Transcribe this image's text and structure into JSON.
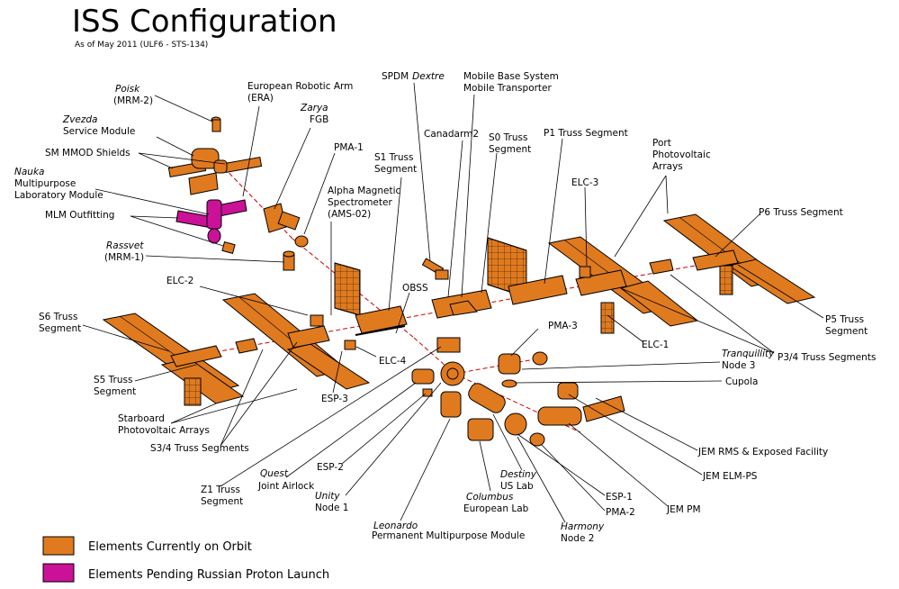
{
  "title": "ISS Configuration",
  "subtitle": "As of May 2011 (ULF6 - STS-134)",
  "colors": {
    "orbit": "#e07a1f",
    "pending": "#cc1199",
    "outline": "#000000",
    "leader": "#000000",
    "axis": "#cc0000"
  },
  "labels": {
    "poisk_name": "Poisk",
    "poisk_code": "(MRM-2)",
    "zvezda_name": "Zvezda",
    "zvezda_desc": "Service Module",
    "mmod": "SM MMOD Shields",
    "nauka_name": "Nauka",
    "nauka_l1": "Multipurpose",
    "nauka_l2": "Laboratory Module",
    "mlm_outfitting": "MLM Outfitting",
    "rassvet_name": "Rassvet",
    "rassvet_code": "(MRM-1)",
    "era_l1": "European Robotic Arm",
    "era_l2": "(ERA)",
    "zarya_name": "Zarya",
    "zarya_code": "FGB",
    "pma1": "PMA-1",
    "s1_l1": "S1 Truss",
    "s1_l2": "Segment",
    "ams_l1": "Alpha Magnetic",
    "ams_l2": "Spectrometer",
    "ams_l3": "(AMS-02)",
    "spdm": "SPDM",
    "dextre": "Dextre",
    "canadarm2": "Canadarm2",
    "mbs_l1": "Mobile Base System",
    "mbs_l2": "Mobile Transporter",
    "s0_l1": "S0 Truss",
    "s0_l2": "Segment",
    "p1": "P1 Truss Segment",
    "port_l1": "Port",
    "port_l2": "Photovoltaic",
    "port_l3": "Arrays",
    "elc3": "ELC-3",
    "p6": "P6 Truss Segment",
    "elc2": "ELC-2",
    "obss": "OBSS",
    "s6_l1": "S6 Truss",
    "s6_l2": "Segment",
    "pma3": "PMA-3",
    "p5_l1": "P5 Truss",
    "p5_l2": "Segment",
    "elc1": "ELC-1",
    "p34": "P3/4 Truss Segments",
    "tranquility_name": "Tranquillity",
    "tranquility_node": "Node 3",
    "elc4": "ELC-4",
    "s5_l1": "S5 Truss",
    "s5_l2": "Segment",
    "esp3": "ESP-3",
    "cupola": "Cupola",
    "starboard_l1": "Starboard",
    "starboard_l2": "Photovoltaic Arrays",
    "s34": "S3/4 Truss Segments",
    "jem_rms": "JEM RMS & Exposed Facility",
    "jem_elm": "JEM ELM-PS",
    "quest_name": "Quest",
    "quest_desc": "Joint Airlock",
    "esp2": "ESP-2",
    "z1_l1": "Z1 Truss",
    "z1_l2": "Segment",
    "unity_name": "Unity",
    "unity_node": "Node 1",
    "destiny_name": "Destiny",
    "destiny_desc": "US Lab",
    "columbus_name": "Columbus",
    "columbus_desc": "European Lab",
    "esp1": "ESP-1",
    "pma2": "PMA-2",
    "jem_pm": "JEM PM",
    "leonardo_name": "Leonardo",
    "leonardo_desc": "Permanent Multipurpose Module",
    "harmony_name": "Harmony",
    "harmony_node": "Node 2"
  },
  "legend": [
    {
      "label": "Elements Currently on Orbit",
      "color": "#e07a1f"
    },
    {
      "label": "Elements Pending Russian Proton Launch",
      "color": "#cc1199"
    }
  ]
}
